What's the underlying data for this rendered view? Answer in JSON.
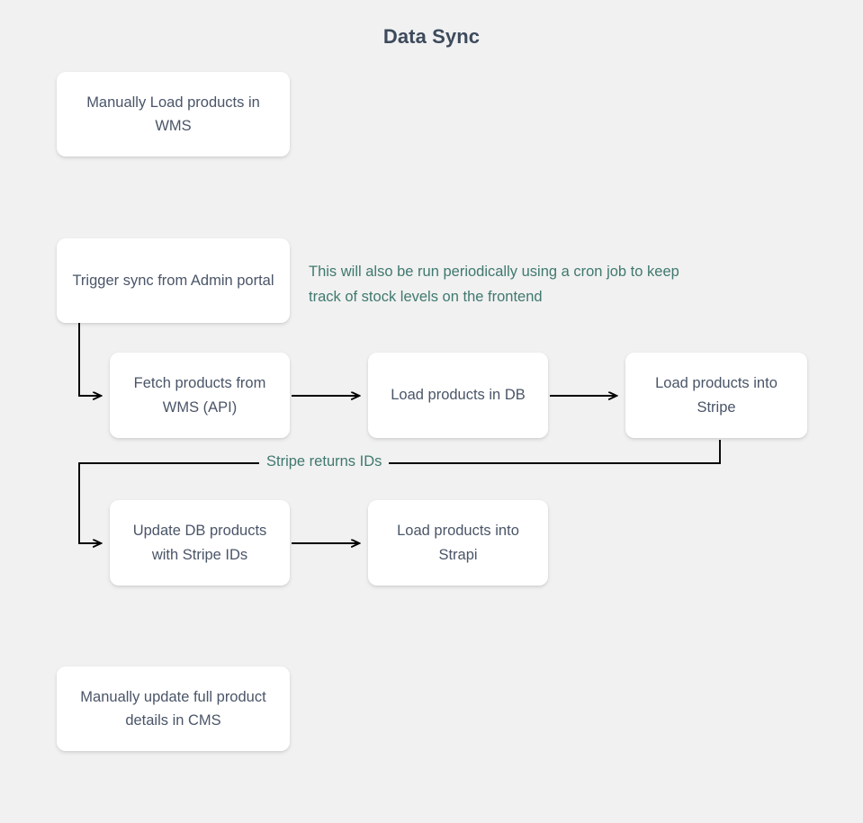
{
  "diagram": {
    "title": "Data Sync",
    "background_color": "#f1f1f1",
    "node_text_color": "#4a5568",
    "accent_color": "#40796f",
    "edge_color": "#000000"
  },
  "nodes": [
    {
      "id": "wms",
      "label": "Manually Load products in WMS"
    },
    {
      "id": "trigger",
      "label": "Trigger sync from Admin portal"
    },
    {
      "id": "fetch",
      "label": "Fetch products from WMS (API)"
    },
    {
      "id": "loaddb",
      "label": "Load products in DB"
    },
    {
      "id": "stripe",
      "label": "Load products into Stripe"
    },
    {
      "id": "updatedb",
      "label": "Update DB products with Stripe IDs"
    },
    {
      "id": "strapi",
      "label": "Load products into Strapi"
    },
    {
      "id": "cms",
      "label": "Manually update full product details in CMS"
    }
  ],
  "annotations": [
    {
      "id": "cron-note",
      "text": "This will also be run periodically using a cron job to keep track of stock levels on the frontend"
    }
  ],
  "edges": [
    {
      "id": "trigger-to-fetch",
      "from": "trigger",
      "to": "fetch",
      "label": ""
    },
    {
      "id": "fetch-to-loaddb",
      "from": "fetch",
      "to": "loaddb",
      "label": ""
    },
    {
      "id": "loaddb-to-stripe",
      "from": "loaddb",
      "to": "stripe",
      "label": ""
    },
    {
      "id": "stripe-to-updatedb",
      "from": "stripe",
      "to": "updatedb",
      "label": "Stripe returns IDs"
    },
    {
      "id": "updatedb-to-strapi",
      "from": "updatedb",
      "to": "strapi",
      "label": ""
    }
  ]
}
